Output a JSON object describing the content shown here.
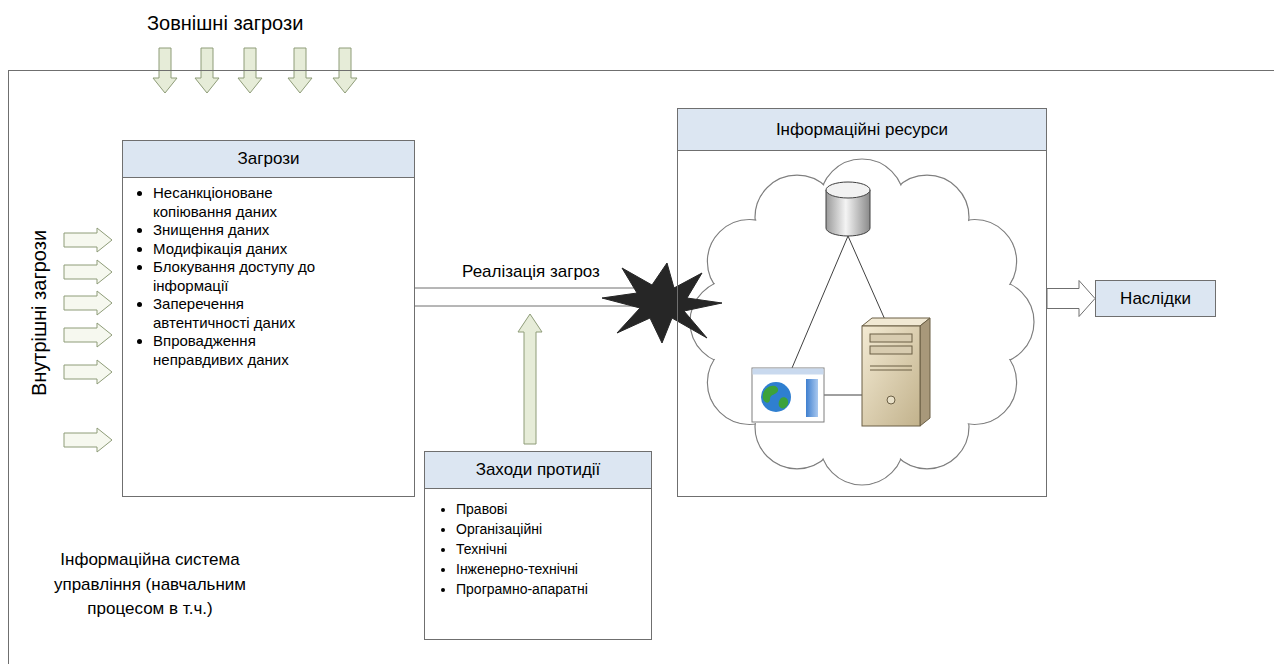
{
  "diagram": {
    "nodes": [
      {
        "text": [
          "Інформаційна система управління (навчальним процесом в т.ч.)"
        ]
      },
      {
        "text": [
          "Загрози",
          "Несанкціоноване копіювання даних",
          "Знищення даних",
          "Модифікація даних",
          "Блокування доступу до інформації",
          "Заперечення автентичності даних",
          "Впровадження неправдивих даних"
        ],
        "in": 0
      },
      {
        "text": [
          "Інформаційні ресурси"
        ],
        "in": 0
      },
      {
        "text": [
          "Наслідки"
        ],
        "in": 0
      },
      {
        "text": [
          "Заходи протидії",
          "Правові",
          "Організаційні",
          "Технічні",
          "Інженерно-технічні",
          "Програмно-апаратні"
        ],
        "in": 0
      }
    ],
    "edges": [
      {
        "from": 1,
        "to": 2,
        "label": "Реалізація загроз",
        "arrow": "none"
      },
      {
        "from": 2,
        "to": 3,
        "arrow": "to"
      }
    ],
    "labels": [
      "Зовнішні загрози",
      "Внутрішні загрози"
    ]
  }
}
